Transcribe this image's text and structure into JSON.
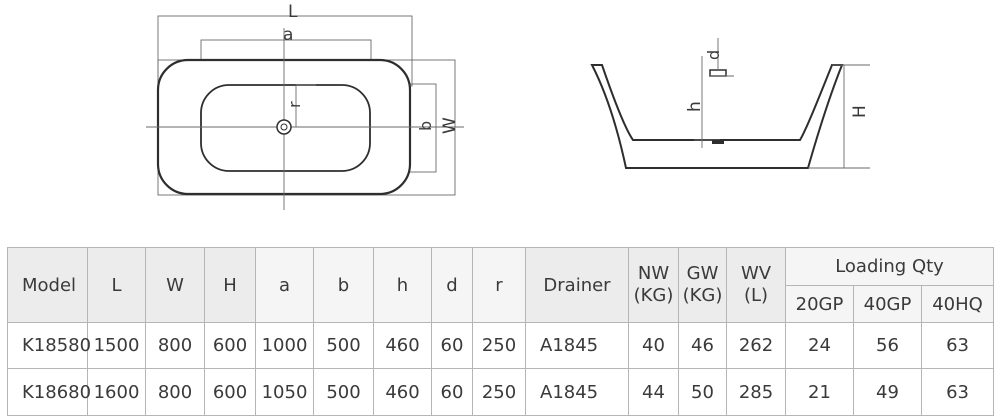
{
  "labels": {
    "L": "L",
    "a": "a",
    "r": "r",
    "b": "b",
    "W": "W",
    "d": "d",
    "h": "h",
    "H": "H"
  },
  "table": {
    "headers": {
      "model": "Model",
      "L": "L",
      "W": "W",
      "H": "H",
      "a": "a",
      "b": "b",
      "h": "h",
      "d": "d",
      "r": "r",
      "drainer": "Drainer",
      "nw": "NW",
      "nw_unit": "(KG)",
      "gw": "GW",
      "gw_unit": "(KG)",
      "wv": "WV",
      "wv_unit": "(L)",
      "loading": "Loading Qty",
      "gp20": "20GP",
      "gp40": "40GP",
      "hq40": "40HQ"
    },
    "rows": [
      {
        "model": "K18580",
        "L": "1500",
        "W": "800",
        "H": "600",
        "a": "1000",
        "b": "500",
        "h": "460",
        "d": "60",
        "r": "250",
        "drainer": "A1845",
        "nw": "40",
        "gw": "46",
        "wv": "262",
        "gp20": "24",
        "gp40": "56",
        "hq40": "63"
      },
      {
        "model": "K18680",
        "L": "1600",
        "W": "800",
        "H": "600",
        "a": "1050",
        "b": "500",
        "h": "460",
        "d": "60",
        "r": "250",
        "drainer": "A1845",
        "nw": "44",
        "gw": "50",
        "wv": "285",
        "gp20": "21",
        "gp40": "49",
        "hq40": "63"
      }
    ]
  }
}
